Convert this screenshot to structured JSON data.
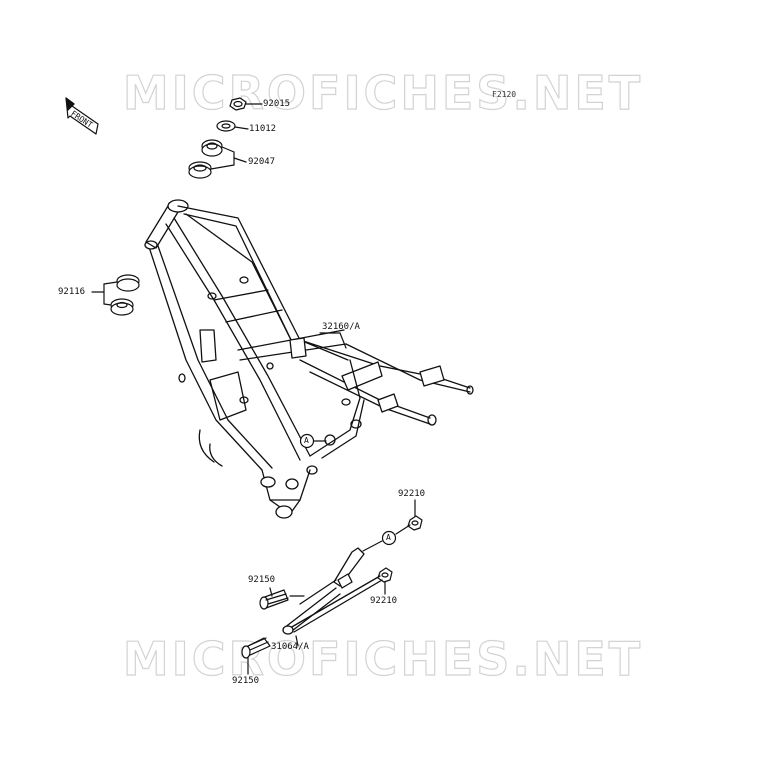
{
  "watermark": {
    "text": "MICROFICHES.NET"
  },
  "figure_code": "F2120",
  "front_label": "FRONT",
  "callouts": {
    "a1": "A",
    "a2": "A"
  },
  "parts": {
    "p92015": "92015",
    "p11012": "11012",
    "p92047": "92047",
    "p92116": "92116",
    "p32160": "32160/A",
    "p92210_top": "92210",
    "p92150_top": "92150",
    "p92210_mid": "92210",
    "p31064": "31064/A",
    "p92150_bottom": "92150"
  },
  "colors": {
    "line": "#111111",
    "watermark_outline": "#cfcfcf",
    "background": "#ffffff"
  }
}
